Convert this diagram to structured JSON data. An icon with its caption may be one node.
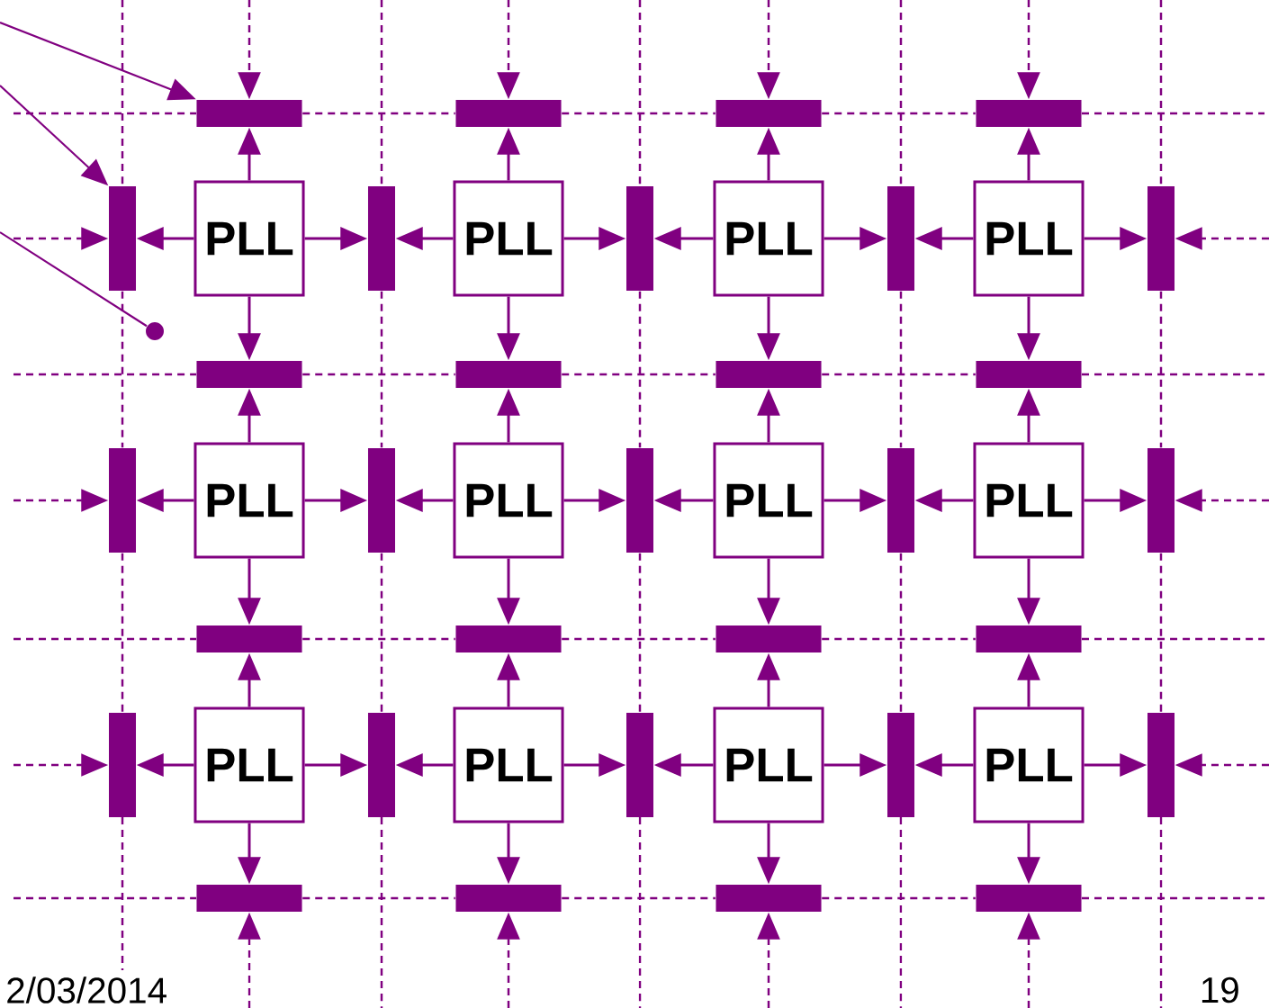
{
  "diagram": {
    "nodes": [
      {
        "text": [],
        "shape": "bar"
      },
      {
        "text": [],
        "shape": "bar"
      },
      {
        "text": [],
        "shape": "bar"
      },
      {
        "text": [],
        "shape": "bar"
      },
      {
        "text": [],
        "shape": "bar"
      },
      {
        "text": [
          "PLL"
        ]
      },
      {
        "text": [],
        "shape": "bar"
      },
      {
        "text": [
          "PLL"
        ]
      },
      {
        "text": [],
        "shape": "bar"
      },
      {
        "text": [
          "PLL"
        ]
      },
      {
        "text": [],
        "shape": "bar"
      },
      {
        "text": [
          "PLL"
        ]
      },
      {
        "text": [],
        "shape": "bar"
      },
      {
        "text": [],
        "shape": "bar"
      },
      {
        "text": [],
        "shape": "bar"
      },
      {
        "text": [],
        "shape": "bar"
      },
      {
        "text": [],
        "shape": "bar"
      },
      {
        "text": [],
        "shape": "bar"
      },
      {
        "text": [
          "PLL"
        ]
      },
      {
        "text": [],
        "shape": "bar"
      },
      {
        "text": [
          "PLL"
        ]
      },
      {
        "text": [],
        "shape": "bar"
      },
      {
        "text": [
          "PLL"
        ]
      },
      {
        "text": [],
        "shape": "bar"
      },
      {
        "text": [
          "PLL"
        ]
      },
      {
        "text": [],
        "shape": "bar"
      },
      {
        "text": [],
        "shape": "bar"
      },
      {
        "text": [],
        "shape": "bar"
      },
      {
        "text": [],
        "shape": "bar"
      },
      {
        "text": [],
        "shape": "bar"
      },
      {
        "text": [],
        "shape": "bar"
      },
      {
        "text": [
          "PLL"
        ]
      },
      {
        "text": [],
        "shape": "bar"
      },
      {
        "text": [
          "PLL"
        ]
      },
      {
        "text": [],
        "shape": "bar"
      },
      {
        "text": [
          "PLL"
        ]
      },
      {
        "text": [],
        "shape": "bar"
      },
      {
        "text": [
          "PLL"
        ]
      },
      {
        "text": [],
        "shape": "bar"
      },
      {
        "text": [],
        "shape": "bar"
      },
      {
        "text": [],
        "shape": "bar"
      },
      {
        "text": [],
        "shape": "bar"
      },
      {
        "text": [],
        "shape": "bar"
      },
      {
        "text": [],
        "shape": "circle"
      }
    ],
    "edges": [
      {
        "from": 5,
        "to": 0,
        "arrow": "to"
      },
      {
        "from": 5,
        "to": 13,
        "arrow": "to"
      },
      {
        "from": 5,
        "to": 4,
        "arrow": "to"
      },
      {
        "from": 5,
        "to": 6,
        "arrow": "to"
      },
      {
        "from": 7,
        "to": 1,
        "arrow": "to"
      },
      {
        "from": 7,
        "to": 14,
        "arrow": "to"
      },
      {
        "from": 7,
        "to": 6,
        "arrow": "to"
      },
      {
        "from": 7,
        "to": 8,
        "arrow": "to"
      },
      {
        "from": 9,
        "to": 2,
        "arrow": "to"
      },
      {
        "from": 9,
        "to": 15,
        "arrow": "to"
      },
      {
        "from": 9,
        "to": 8,
        "arrow": "to"
      },
      {
        "from": 9,
        "to": 10,
        "arrow": "to"
      },
      {
        "from": 11,
        "to": 3,
        "arrow": "to"
      },
      {
        "from": 11,
        "to": 16,
        "arrow": "to"
      },
      {
        "from": 11,
        "to": 10,
        "arrow": "to"
      },
      {
        "from": 11,
        "to": 12,
        "arrow": "to"
      },
      {
        "from": 18,
        "to": 13,
        "arrow": "to"
      },
      {
        "from": 18,
        "to": 26,
        "arrow": "to"
      },
      {
        "from": 18,
        "to": 17,
        "arrow": "to"
      },
      {
        "from": 18,
        "to": 19,
        "arrow": "to"
      },
      {
        "from": 20,
        "to": 14,
        "arrow": "to"
      },
      {
        "from": 20,
        "to": 27,
        "arrow": "to"
      },
      {
        "from": 20,
        "to": 19,
        "arrow": "to"
      },
      {
        "from": 20,
        "to": 21,
        "arrow": "to"
      },
      {
        "from": 22,
        "to": 15,
        "arrow": "to"
      },
      {
        "from": 22,
        "to": 28,
        "arrow": "to"
      },
      {
        "from": 22,
        "to": 21,
        "arrow": "to"
      },
      {
        "from": 22,
        "to": 23,
        "arrow": "to"
      },
      {
        "from": 24,
        "to": 16,
        "arrow": "to"
      },
      {
        "from": 24,
        "to": 29,
        "arrow": "to"
      },
      {
        "from": 24,
        "to": 23,
        "arrow": "to"
      },
      {
        "from": 24,
        "to": 25,
        "arrow": "to"
      },
      {
        "from": 31,
        "to": 26,
        "arrow": "to"
      },
      {
        "from": 31,
        "to": 39,
        "arrow": "to"
      },
      {
        "from": 31,
        "to": 30,
        "arrow": "to"
      },
      {
        "from": 31,
        "to": 32,
        "arrow": "to"
      },
      {
        "from": 33,
        "to": 27,
        "arrow": "to"
      },
      {
        "from": 33,
        "to": 40,
        "arrow": "to"
      },
      {
        "from": 33,
        "to": 32,
        "arrow": "to"
      },
      {
        "from": 33,
        "to": 34,
        "arrow": "to"
      },
      {
        "from": 35,
        "to": 28,
        "arrow": "to"
      },
      {
        "from": 35,
        "to": 41,
        "arrow": "to"
      },
      {
        "from": 35,
        "to": 34,
        "arrow": "to"
      },
      {
        "from": 35,
        "to": 36,
        "arrow": "to"
      },
      {
        "from": 37,
        "to": 29,
        "arrow": "to"
      },
      {
        "from": 37,
        "to": 42,
        "arrow": "to"
      },
      {
        "from": 37,
        "to": 36,
        "arrow": "to"
      },
      {
        "from": 37,
        "to": 38,
        "arrow": "to"
      },
      {
        "from": null,
        "to": 0,
        "arrow": "to",
        "style": "dashed"
      },
      {
        "from": null,
        "to": 1,
        "arrow": "to",
        "style": "dashed"
      },
      {
        "from": null,
        "to": 2,
        "arrow": "to",
        "style": "dashed"
      },
      {
        "from": null,
        "to": 3,
        "arrow": "to",
        "style": "dashed"
      },
      {
        "from": null,
        "to": 39,
        "arrow": "to",
        "style": "dashed"
      },
      {
        "from": null,
        "to": 40,
        "arrow": "to",
        "style": "dashed"
      },
      {
        "from": null,
        "to": 41,
        "arrow": "to",
        "style": "dashed"
      },
      {
        "from": null,
        "to": 42,
        "arrow": "to",
        "style": "dashed"
      },
      {
        "from": null,
        "to": 4,
        "arrow": "to",
        "style": "dashed"
      },
      {
        "from": null,
        "to": 17,
        "arrow": "to",
        "style": "dashed"
      },
      {
        "from": null,
        "to": 30,
        "arrow": "to",
        "style": "dashed"
      },
      {
        "from": null,
        "to": 12,
        "arrow": "to",
        "style": "dashed"
      },
      {
        "from": null,
        "to": 25,
        "arrow": "to",
        "style": "dashed"
      },
      {
        "from": null,
        "to": 38,
        "arrow": "to",
        "style": "dashed"
      },
      {
        "from": 0,
        "to": 1,
        "arrow": "none",
        "style": "dashed"
      },
      {
        "from": 1,
        "to": 2,
        "arrow": "none",
        "style": "dashed"
      },
      {
        "from": 2,
        "to": 3,
        "arrow": "none",
        "style": "dashed"
      },
      {
        "from": 13,
        "to": 14,
        "arrow": "none",
        "style": "dashed"
      },
      {
        "from": 14,
        "to": 15,
        "arrow": "none",
        "style": "dashed"
      },
      {
        "from": 15,
        "to": 16,
        "arrow": "none",
        "style": "dashed"
      },
      {
        "from": 26,
        "to": 27,
        "arrow": "none",
        "style": "dashed"
      },
      {
        "from": 27,
        "to": 28,
        "arrow": "none",
        "style": "dashed"
      },
      {
        "from": 28,
        "to": 29,
        "arrow": "none",
        "style": "dashed"
      },
      {
        "from": 39,
        "to": 40,
        "arrow": "none",
        "style": "dashed"
      },
      {
        "from": 40,
        "to": 41,
        "arrow": "none",
        "style": "dashed"
      },
      {
        "from": 41,
        "to": 42,
        "arrow": "none",
        "style": "dashed"
      },
      {
        "from": 4,
        "to": 17,
        "arrow": "none",
        "style": "dashed"
      },
      {
        "from": 17,
        "to": 30,
        "arrow": "none",
        "style": "dashed"
      },
      {
        "from": 6,
        "to": 19,
        "arrow": "none",
        "style": "dashed"
      },
      {
        "from": 19,
        "to": 32,
        "arrow": "none",
        "style": "dashed"
      },
      {
        "from": 8,
        "to": 21,
        "arrow": "none",
        "style": "dashed"
      },
      {
        "from": 21,
        "to": 34,
        "arrow": "none",
        "style": "dashed"
      },
      {
        "from": 10,
        "to": 23,
        "arrow": "none",
        "style": "dashed"
      },
      {
        "from": 23,
        "to": 36,
        "arrow": "none",
        "style": "dashed"
      },
      {
        "from": 12,
        "to": 25,
        "arrow": "none",
        "style": "dashed"
      },
      {
        "from": 25,
        "to": 38,
        "arrow": "none",
        "style": "dashed"
      },
      {
        "from": null,
        "to": 0,
        "arrow": "to"
      },
      {
        "from": null,
        "to": 4,
        "arrow": "to"
      },
      {
        "from": null,
        "to": 43,
        "arrow": "none"
      }
    ],
    "labels": [
      "2/03/2014",
      "19"
    ]
  }
}
